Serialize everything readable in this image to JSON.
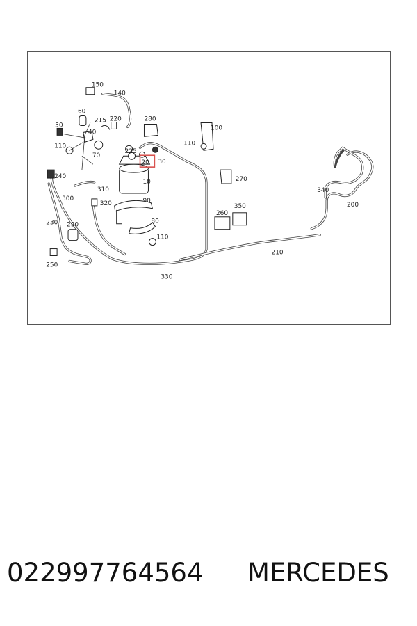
{
  "labels": {
    "p150": "150",
    "p140": "140",
    "p60": "60",
    "p215": "215",
    "p220": "220",
    "p280": "280",
    "p100": "100",
    "p50": "50",
    "p40": "40",
    "p110a": "110",
    "p70": "70",
    "p225": "225",
    "p30": "30",
    "p20": "20",
    "p110b": "110",
    "p240": "240",
    "p10": "10",
    "p270": "270",
    "p310": "310",
    "p300": "300",
    "p320": "320",
    "p90": "90",
    "p340": "340",
    "p200": "200",
    "p260": "260",
    "p350": "350",
    "p230": "230",
    "p290": "290",
    "p80": "80",
    "p110c": "110",
    "p210": "210",
    "p250": "250",
    "p330": "330"
  },
  "highlight_color": "#d9534f",
  "footer": {
    "part_number": "022997764564",
    "brand": "MERCEDES"
  }
}
